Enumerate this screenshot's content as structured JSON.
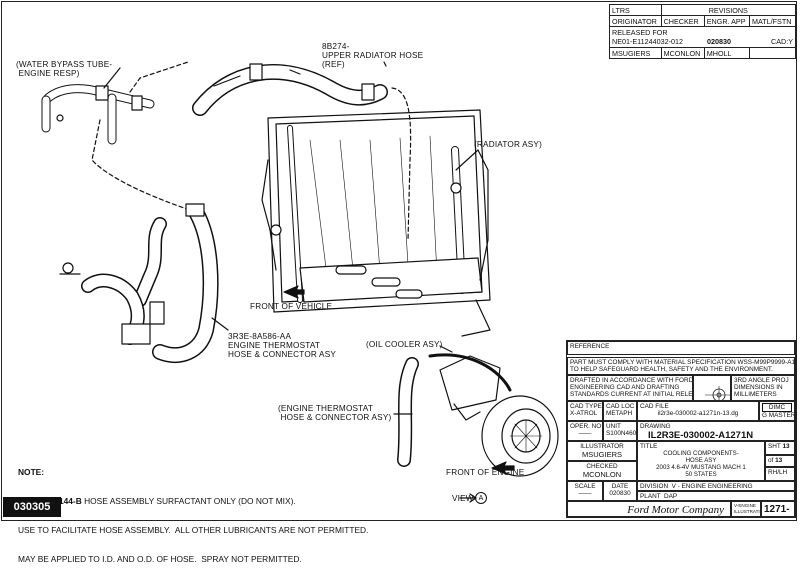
{
  "revision": {
    "header": [
      "LTRS",
      "REVISIONS"
    ],
    "cols": [
      "ORIGINATOR",
      "CHECKER",
      "ENGR. APP",
      "MATL/FSTN"
    ],
    "released_line1": "RELEASED FOR",
    "released_line2": "NE01-E11244032-012",
    "date": "020830",
    "cad": "CAD:Y",
    "names": [
      "MSUGIERS",
      "MCONLON",
      "MHOLL",
      ""
    ]
  },
  "labels": {
    "water_bypass": "(WATER BYPASS TUBE-\n ENGINE RESP)",
    "upper_hose": "8B274-\nUPPER RADIATOR HOSE\n(REF)",
    "radiator": "(RADIATOR ASY)",
    "front_vehicle": "FRONT OF VEHICLE",
    "thermostat_part": "3R3E-8A586-AA\nENGINE THERMOSTAT\nHOSE & CONNECTOR ASY",
    "oil_cooler": "(OIL COOLER ASY)",
    "thermostat_ref": "(ENGINE THERMOSTAT\n HOSE & CONNECTOR ASY)",
    "front_engine": "FRONT OF ENGINE",
    "view": "VIEW",
    "view_letter": "A"
  },
  "note": {
    "title": "NOTE:",
    "line1_bold": "E5E-M99B144-B",
    "line1_rest": " HOSE ASSEMBLY SURFACTANT ONLY (DO NOT MIX).",
    "line2": "USE TO FACILITATE HOSE ASSEMBLY.  ALL OTHER LUBRICANTS ARE NOT PERMITTED.",
    "line3": "MAY BE APPLIED TO I.D. AND O.D. OF HOSE.  SPRAY NOT PERMITTED."
  },
  "tag": "030305",
  "title_block": {
    "reference": "REFERENCE",
    "compliance": "PART MUST COMPLY WITH MATERIAL SPECIFICATION WSS-M99P9999-A1\nTO HELP SAFEGUARD HEALTH, SAFETY AND THE ENVIRONMENT.",
    "drafted": "DRAFTED IN ACCORDANCE WITH FORD\nENGINEERING CAD AND DRAFTING\nSTANDARDS CURRENT AT INITIAL RELEASE",
    "projection": "3RD ANGLE PROJ\nDIMENSIONS IN\nMILLIMETERS",
    "cad_type_h": "CAD TYPE",
    "cad_type": "X-ATROL",
    "cad_loc_h": "CAD LOC",
    "cad_loc": "METAPH",
    "cad_file_h": "CAD FILE",
    "cad_file": "il2r3e-030002-a1271n-13.dg",
    "dimc": "DIMC",
    "master": "G MASTER",
    "oper_h": "OPER. NO",
    "oper": "——",
    "unit_h": "UNIT",
    "unit": "S100N460",
    "drawing_h": "DRAWING",
    "drawing": "IL2R3E-030002-A1271N",
    "illustrator_h": "ILLUSTRATOR",
    "illustrator": "MSUGIERS",
    "checked_h": "CHECKED",
    "checked": "MCONLON",
    "title_h": "TITLE",
    "title": "COOLING COMPONENTS-\nHOSE ASY\n2003 4.6-4V MUSTANG MACH 1\n50 STATES",
    "sht_h": "SHT",
    "sht": "13",
    "of_h": "of",
    "of": "13",
    "hand": "RH/LH",
    "division": "DIVISION  V - ENGINE ENGINEERING",
    "scale_h": "SCALE",
    "scale": "——",
    "date_h": "DATE",
    "date": "020830",
    "plant": "PLANT  DAP",
    "company": "Ford Motor Company",
    "illus_h": "V-ENGINE\nILLUSTRATION",
    "illus_no": "1271-"
  }
}
